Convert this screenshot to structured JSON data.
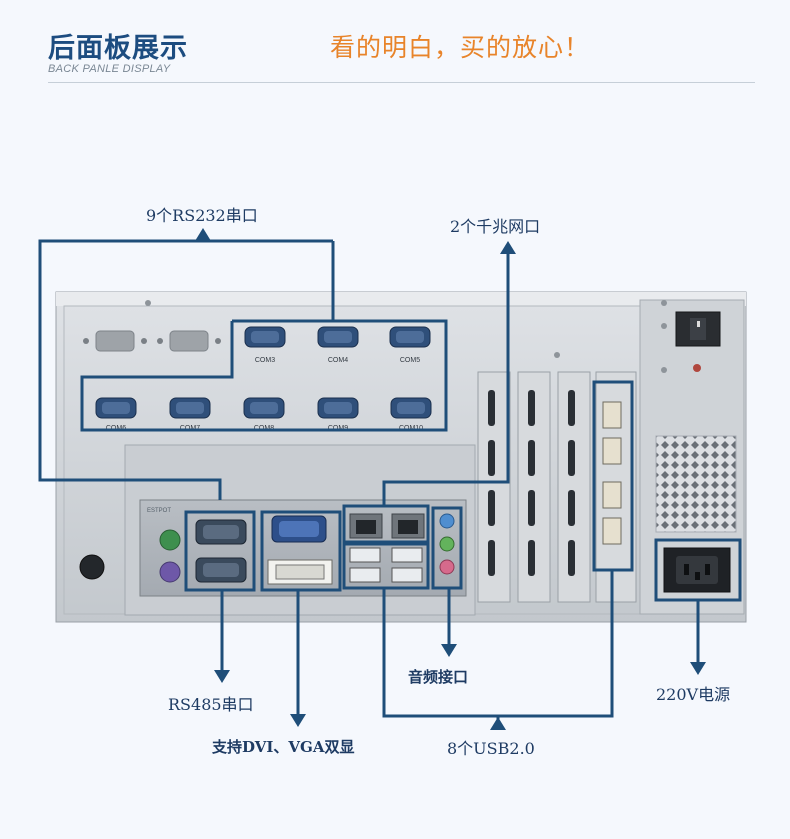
{
  "header": {
    "title": "后面板展示",
    "subtitle": "BACK PANLE DISPLAY",
    "slogan": "看的明白，买的放心！"
  },
  "colors": {
    "title": "#1c4c80",
    "slogan": "#e8842a",
    "callout_line": "#1f4e79",
    "chassis": "#cfd3d8",
    "background": "#f5f8fd"
  },
  "callouts": {
    "rs232": "9个RS232串口",
    "lan": "2个千兆网口",
    "rs485": "RS485串口",
    "display": "支持DVI、VGA双显",
    "audio": "音频接口",
    "usb": "8个USB2.0",
    "power": "220V电源"
  },
  "com_ports": {
    "row1": [
      "COM3",
      "COM4",
      "COM5"
    ],
    "row2": [
      "COM6",
      "COM7",
      "COM8",
      "COM9",
      "COM10"
    ]
  },
  "io_sticker": "ESTPOT"
}
